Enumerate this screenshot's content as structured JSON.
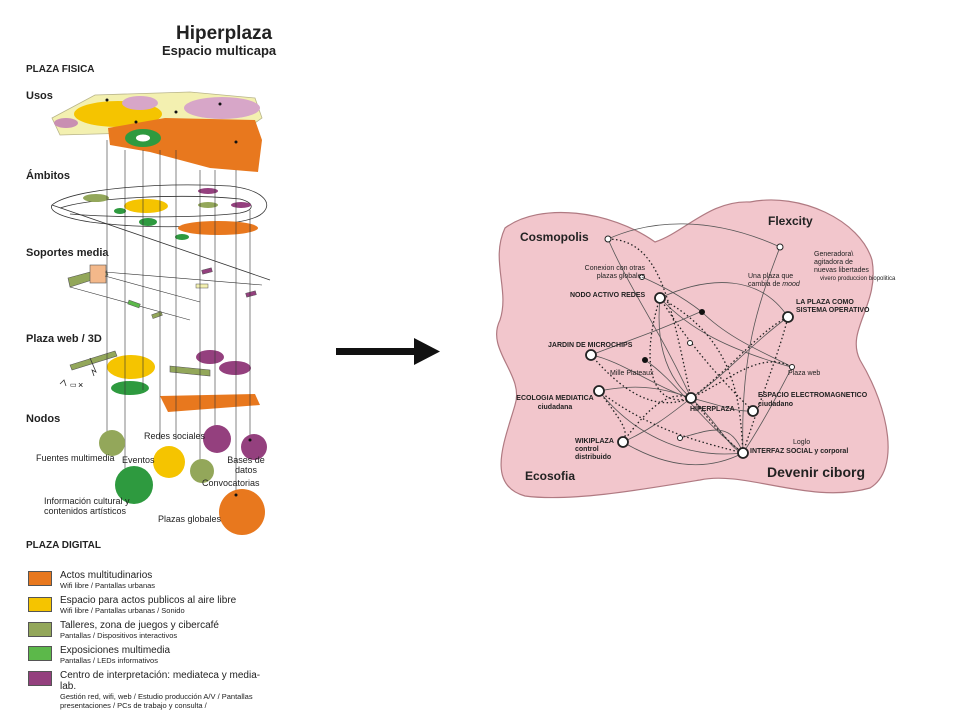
{
  "title": "Hiperplaza",
  "subtitle": "Espacio multicapa",
  "left": {
    "plaza_fisica": "PLAZA FISICA",
    "sections": {
      "usos": "Usos",
      "ambitos": "Ámbitos",
      "soportes": "Soportes media",
      "plaza_web": "Plaza web / 3D",
      "nodos": "Nodos"
    },
    "nodes": {
      "redes": "Redes sociales",
      "fuentes": "Fuentes multimedia",
      "eventos": "Eventos",
      "bases": "Bases de datos",
      "convocatorias": "Convocatorias",
      "info": "Información cultural y contenidos artísticos",
      "plazas": "Plazas globales"
    },
    "plaza_digital": "PLAZA DIGITAL",
    "legend": [
      {
        "title": "Actos multitudinarios",
        "desc": "Wifi libre / Pantallas urbanas",
        "color": "#e8781e"
      },
      {
        "title": "Espacio para  actos publicos al aire libre",
        "desc": "Wifi libre / Pantallas urbanas / Sonido",
        "color": "#f5c400"
      },
      {
        "title": "Talleres, zona de juegos y cibercafé",
        "desc": "Pantallas / Dispositivos interactivos",
        "color": "#93a75a"
      },
      {
        "title": "Exposiciones multimedia",
        "desc": "Pantallas / LEDs informativos",
        "color": "#5cb84a"
      },
      {
        "title": "Centro de interpretación: mediateca y media-lab.",
        "desc": "Gestión red, wifi, web / Estudio producción A/V / Pantallas presentaciones / PCs de trabajo y consulta /",
        "color": "#94407e"
      }
    ],
    "colors": {
      "orange": "#e8781e",
      "yellow": "#f5c400",
      "olive": "#93a75a",
      "green": "#2e9a3f",
      "purple": "#94407e",
      "pink": "#d7a6c8"
    }
  },
  "right": {
    "corners": {
      "cosmopolis": "Cosmopolis",
      "flexcity": "Flexcity",
      "ecosofia": "Ecosofia",
      "devenir": "Devenir ciborg"
    },
    "labels": {
      "conexion": "Conexion con otras plazas globales",
      "nodo": "NODO ACTIVO REDES",
      "generadora": "Generadora\\ agitadora de nuevas libertades",
      "vivero": "vivero produccion biopolitica",
      "mood_pre": "Una plaza que cambia de",
      "mood_word": "mood",
      "sistema": "LA PLAZA COMO SISTEMA OPERATIVO",
      "jardin": "JARDIN DE MICROCHIPS",
      "mille": "Mille Plateaux",
      "plazaweb": "Plaza web",
      "ecologia": "ECOLOGIA MEDIATICA ciudadana",
      "hiperplaza": "HIPERPLAZA",
      "espacio": "ESPACIO ELECTROMAGNETICO ciudadano",
      "wikiplaza": "WIKIPLAZA control distribuido",
      "loglo": "Loglo",
      "interfaz": "INTERFAZ SOCIAL y corporal"
    },
    "colors": {
      "blob_fill": "#f2c6cc",
      "blob_stroke": "#b07a82"
    }
  }
}
